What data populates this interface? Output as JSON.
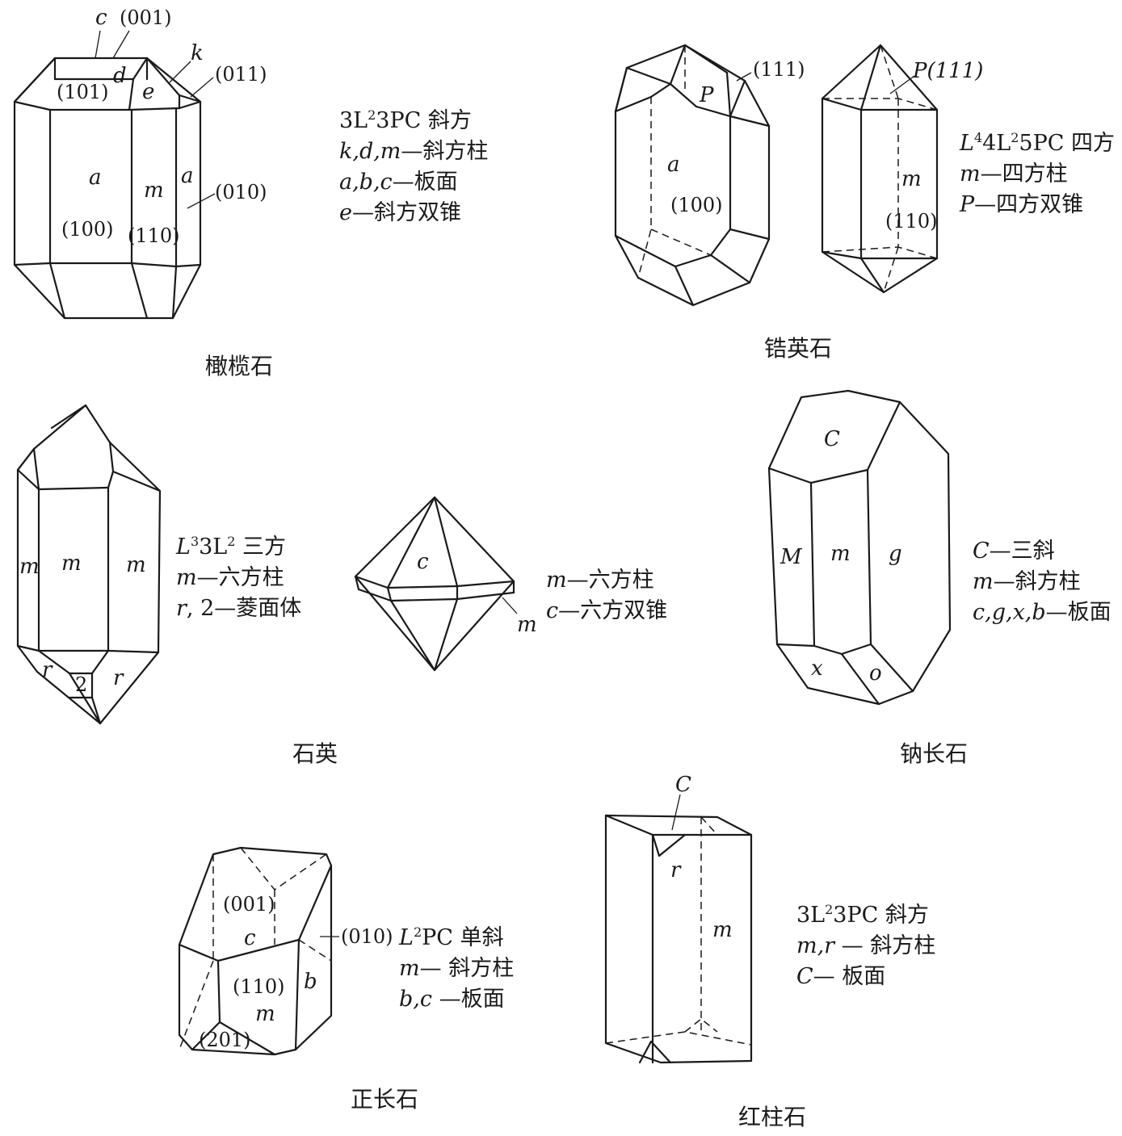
{
  "olivine": {
    "name": "橄榄石",
    "faces": {
      "c": "c",
      "idx001": "(001)",
      "d": "d",
      "k": "k",
      "idx011": "(011)",
      "idx101": "(101)",
      "e": "e",
      "a": "a",
      "m": "m",
      "a2": "a",
      "idx010": "(010)",
      "idx100": "(100)",
      "idx110": "(110)"
    },
    "lines": [
      {
        "sym": "3L",
        "sup": "2",
        "rest": "3PC 斜方"
      },
      {
        "it": "k,d,m",
        "text": "—斜方柱"
      },
      {
        "it": "a,b,c",
        "text": "—板面"
      },
      {
        "it": "e",
        "text": "—斜方双锥"
      }
    ]
  },
  "zircon": {
    "name": "锆英石",
    "faces": {
      "idx111a": "(111)",
      "P": "P",
      "a": "a",
      "idx100": "(100)",
      "P111": "P(111)",
      "m": "m",
      "idx110": "(110)"
    },
    "lines": [
      {
        "sym": "L",
        "sup": "4",
        "rest": "4L",
        "sup2": "2",
        "rest2": "5PC 四方"
      },
      {
        "it": "m",
        "text": "—四方柱"
      },
      {
        "it": "P",
        "text": "—四方双锥"
      }
    ]
  },
  "quartz": {
    "name": "石英",
    "faces": {
      "m1": "m",
      "m2": "m",
      "m3": "m",
      "r1": "r",
      "two": "2",
      "r2": "r",
      "c": "c",
      "m4": "m"
    },
    "lines": [
      {
        "sym": "L",
        "sup": "3",
        "rest": "3L",
        "sup2": "2",
        "rest2": " 三方"
      },
      {
        "it": "m",
        "text": "—六方柱"
      },
      {
        "it": "r",
        "text": ", 2—菱面体"
      }
    ],
    "lines2": [
      {
        "it": "m",
        "text": "—六方柱"
      },
      {
        "it": "c",
        "text": "—六方双锥"
      }
    ]
  },
  "albite": {
    "name": "钠长石",
    "faces": {
      "C": "C",
      "M": "M",
      "m": "m",
      "g": "g",
      "x": "x",
      "o": "o"
    },
    "lines": [
      {
        "it": "C",
        "text": "—三斜"
      },
      {
        "it": "m",
        "text": "—斜方柱"
      },
      {
        "it": "c,g,x,b",
        "text": "—板面"
      }
    ]
  },
  "orthoclase": {
    "name": "正长石",
    "faces": {
      "idx001": "(001)",
      "c": "c",
      "idx010": "(010)",
      "idx110": "(110)",
      "b": "b",
      "m": "m",
      "idx201": "(201)"
    },
    "lines": [
      {
        "sym": "L",
        "sup": "2",
        "rest": "PC 单斜"
      },
      {
        "it": "m",
        "text": "— 斜方柱"
      },
      {
        "it": "b,c",
        "text": " —板面"
      }
    ]
  },
  "andalusite": {
    "name": "红柱石",
    "faces": {
      "C": "C",
      "r": "r",
      "m": "m"
    },
    "lines": [
      {
        "sym": "3L",
        "sup": "2",
        "rest": "3PC 斜方"
      },
      {
        "it": "m,r",
        "text": " — 斜方柱"
      },
      {
        "it": "C",
        "text": "— 板面"
      }
    ]
  }
}
